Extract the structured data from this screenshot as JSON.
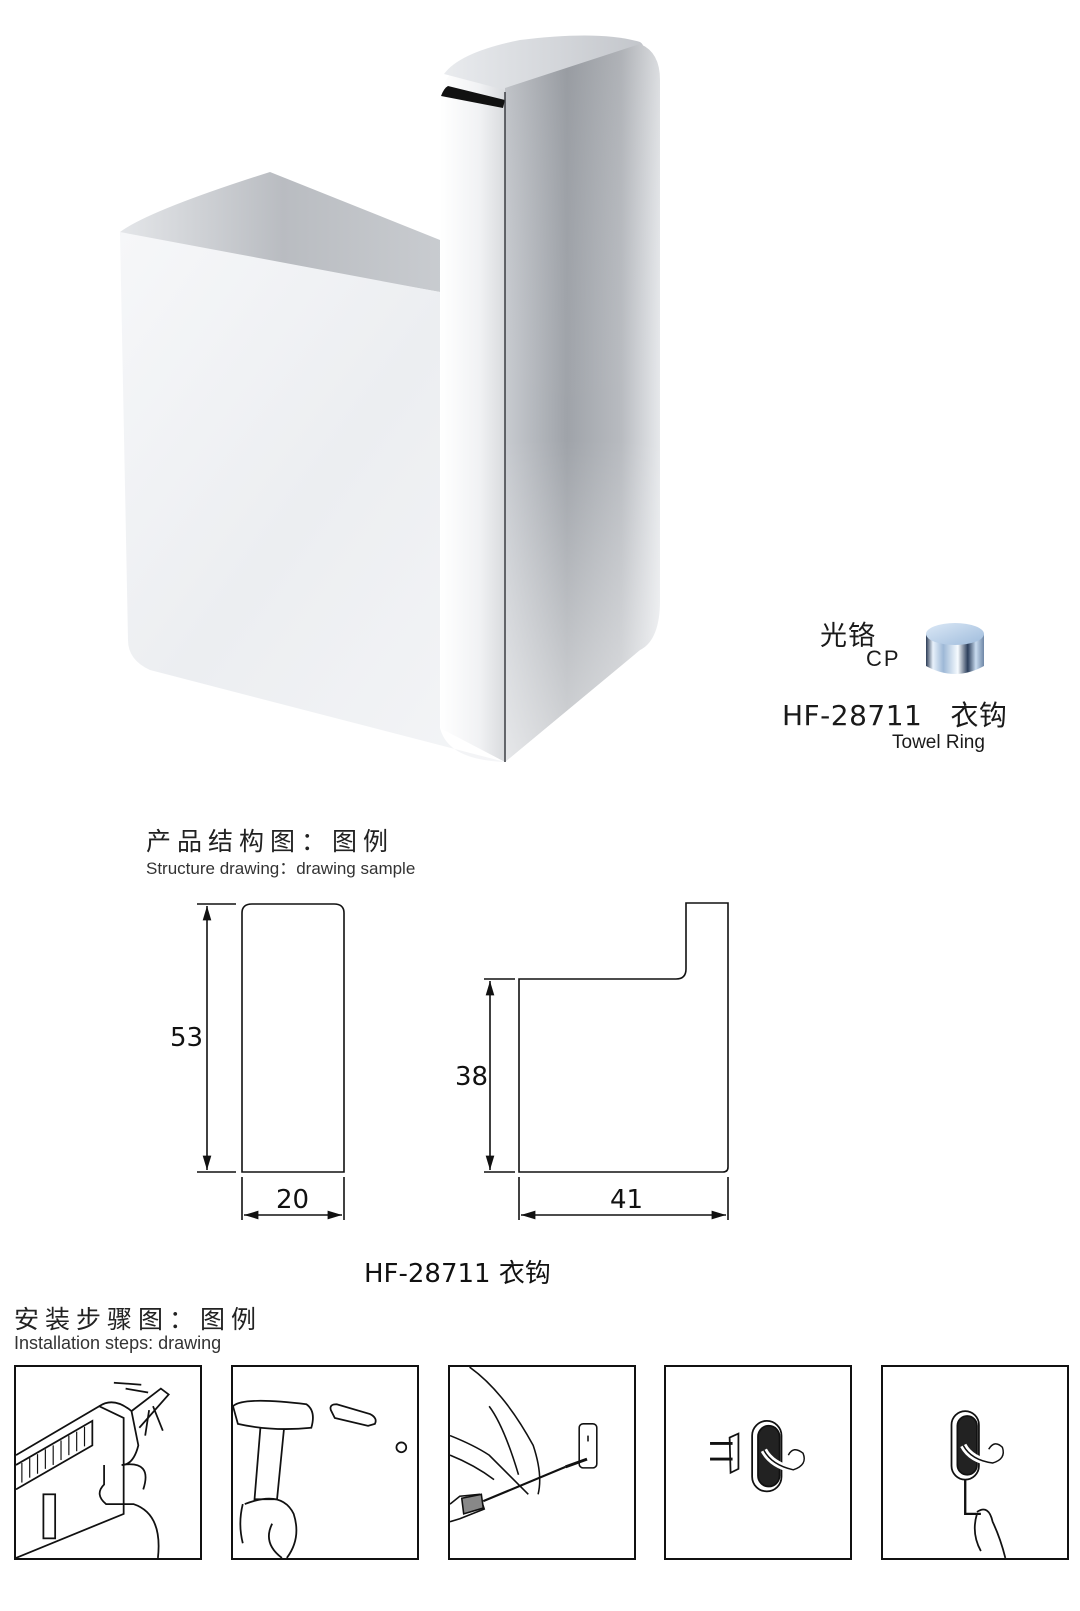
{
  "product": {
    "model": "HF-28711",
    "name_cn": "衣钩",
    "name_en": "Towel Ring",
    "model_label": "HF-28711   衣钩",
    "finish": {
      "label_cn": "光铬",
      "label_en": "CP",
      "swatch_color": "#b9d3ec"
    }
  },
  "structure": {
    "title_cn": "产品结构图：图例",
    "title_en": "Structure drawing：drawing sample",
    "front_view": {
      "height": "53",
      "width": "20"
    },
    "side_view": {
      "height": "38",
      "width": "41"
    },
    "caption": "HF-28711 衣钩"
  },
  "installation": {
    "title_cn": "安装步骤图：图例",
    "title_en": "Installation steps: drawing",
    "steps": [
      {
        "icon": "drill-wall-icon"
      },
      {
        "icon": "hammer-anchor-icon"
      },
      {
        "icon": "screwdriver-bracket-icon"
      },
      {
        "icon": "mount-hook-icon"
      },
      {
        "icon": "tighten-hook-icon"
      }
    ]
  },
  "colors": {
    "chrome_light": "#f3f4f6",
    "chrome_mid": "#c8cbd0",
    "chrome_dark": "#8e9197",
    "line": "#111111"
  }
}
